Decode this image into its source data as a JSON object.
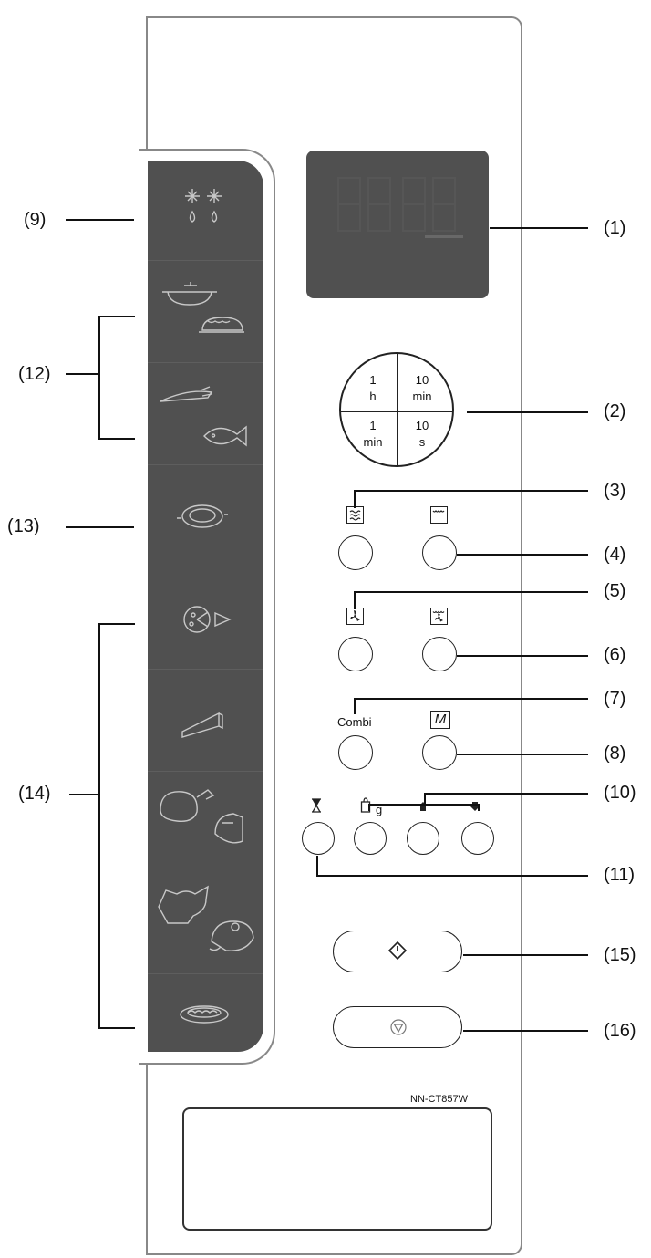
{
  "callouts": {
    "c1": "(1)",
    "c2": "(2)",
    "c3": "(3)",
    "c4": "(4)",
    "c5": "(5)",
    "c6": "(6)",
    "c7": "(7)",
    "c8": "(8)",
    "c9": "(9)",
    "c10": "(10)",
    "c11": "(11)",
    "c12": "(12)",
    "c13": "(13)",
    "c14": "(14)",
    "c15": "(15)",
    "c16": "(16)"
  },
  "timer_dial": {
    "top_left": [
      "1",
      "h"
    ],
    "top_right": [
      "10",
      "min"
    ],
    "bottom_left": [
      "1",
      "min"
    ],
    "bottom_right": [
      "10",
      "s"
    ]
  },
  "buttons": {
    "combi_label": "Combi",
    "memory_label": "M",
    "weight_unit": "g"
  },
  "model_number": "NN-CT857W",
  "icons": {
    "strip": [
      "defrost-icon",
      "casserole-pie-icon",
      "vegetable-fish-icon",
      "gratin-icon",
      "pizza-icon",
      "cake-slice-icon",
      "roast-meat-icon",
      "lamb-chicken-icon",
      "quiche-icon"
    ],
    "buttons": [
      "microwave-icon",
      "grill-icon",
      "convection-icon",
      "grill-convection-icon",
      "timer-hourglass-icon",
      "weight-icon",
      "more-icon",
      "less-icon",
      "start-icon",
      "stop-icon"
    ]
  },
  "colors": {
    "display": "#505050",
    "strip": "#505050",
    "line": "#111111"
  }
}
